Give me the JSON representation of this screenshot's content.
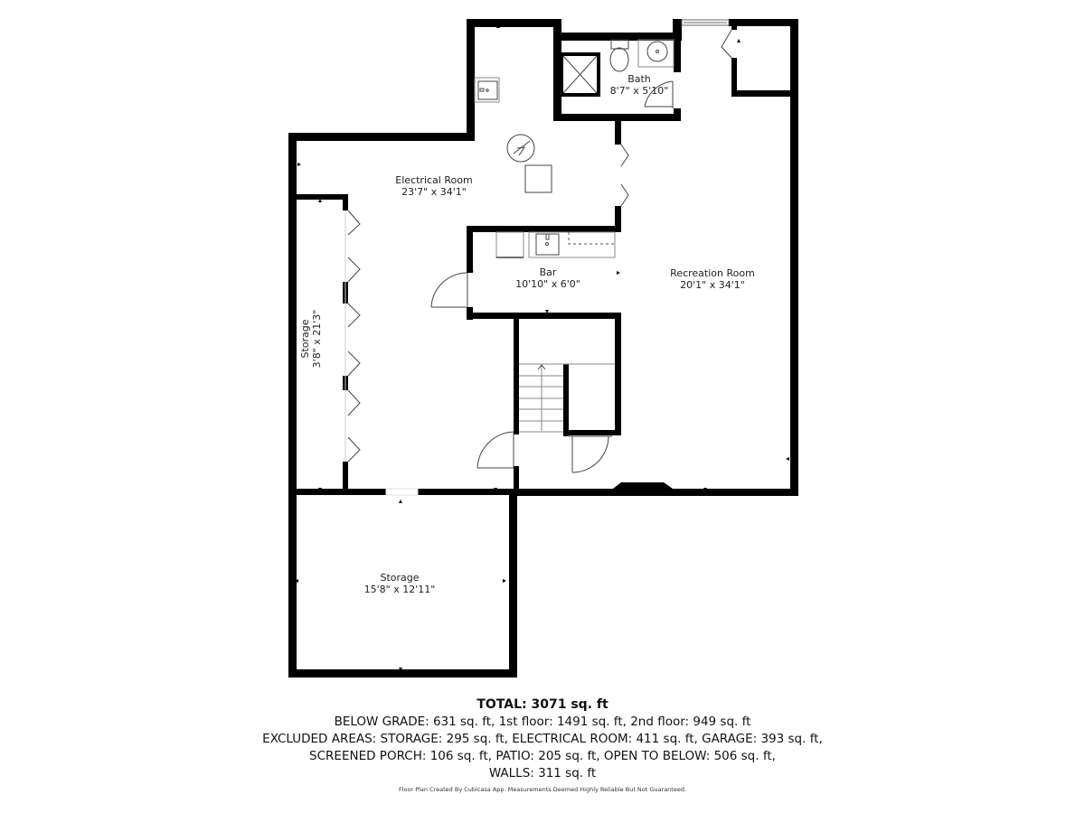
{
  "rooms": {
    "bath": {
      "name": "Bath",
      "dims": "8'7\" x 5'10\""
    },
    "electrical_room": {
      "name": "Electrical Room",
      "dims": "23'7\" x 34'1\""
    },
    "bar": {
      "name": "Bar",
      "dims": "10'10\" x 6'0\""
    },
    "recreation_room": {
      "name": "Recreation Room",
      "dims": "20'1\" x 34'1\""
    },
    "storage_closet": {
      "name": "Storage",
      "dims": "3'8\" x 21'3\""
    },
    "storage_main": {
      "name": "Storage",
      "dims": "15'8\" x 12'11\""
    }
  },
  "icons": {
    "water_heater": "water-heater-icon",
    "furnace": "furnace-icon",
    "sink": "sink-icon",
    "toilet": "toilet-icon",
    "shower": "shower-icon",
    "stairs": "stairs-icon",
    "fireplace": "fireplace-icon"
  },
  "summary": {
    "total": "TOTAL: 3071 sq. ft",
    "lines": [
      "BELOW GRADE: 631 sq. ft, 1st floor: 1491 sq. ft, 2nd floor: 949 sq. ft",
      "EXCLUDED AREAS: STORAGE: 295 sq. ft, ELECTRICAL ROOM: 411 sq. ft, GARAGE: 393 sq. ft,",
      "SCREENED PORCH: 106 sq. ft, PATIO: 205 sq. ft, OPEN TO BELOW: 506 sq. ft,",
      "WALLS: 311 sq. ft"
    ]
  },
  "footer": "Floor Plan Created By Cubicasa App. Measurements Deemed Highly Reliable But Not Guaranteed.",
  "colors": {
    "wall": "#000000",
    "background": "#ffffff",
    "fixture": "#444444"
  }
}
